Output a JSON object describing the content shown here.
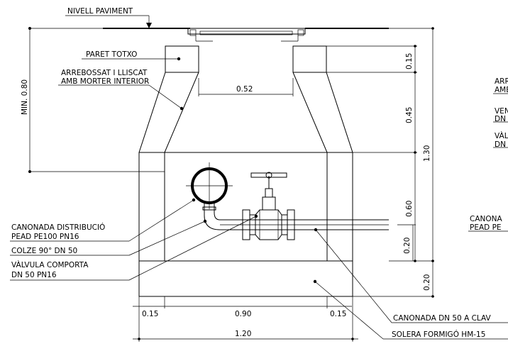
{
  "labels": {
    "nivell_paviment": "NIVELL PAVIMENT",
    "paret_totxo": "PARET TOTXO",
    "arrebossat_1": "ARREBOSSAT I LLISCAT",
    "arrebossat_2": "AMB MORTER INTERIOR",
    "canonada_dist_1": "CANONADA DISTRIBUCIÓ",
    "canonada_dist_2": "PEAD PE100 PN16",
    "colze": "COLZE 90° DN 50",
    "valvula_1": "VÀLVULA COMPORTA",
    "valvula_2": "DN 50 PN16",
    "canonada_clav": "CANONADA DN 50 A CLAV",
    "solera": "SOLERA FORMIGÓ HM-15",
    "right_arr": "ARR",
    "right_amb": "AMB",
    "right_ven": "VEN",
    "right_dn1": "DN",
    "right_val": "VÀL",
    "right_dn2": "DN",
    "right_canona": "CANONA",
    "right_pead": "PEAD PE"
  },
  "dimensions": {
    "min_080": "MIN. 0.80",
    "d_052": "0.52",
    "d_015_top": "0.15",
    "d_045": "0.45",
    "d_130": "1.30",
    "d_060": "0.60",
    "d_020_pipe": "0.20",
    "d_020_slab": "0.20",
    "d_015_left": "0.15",
    "d_090": "0.90",
    "d_015_right": "0.15",
    "d_120": "1.20"
  }
}
